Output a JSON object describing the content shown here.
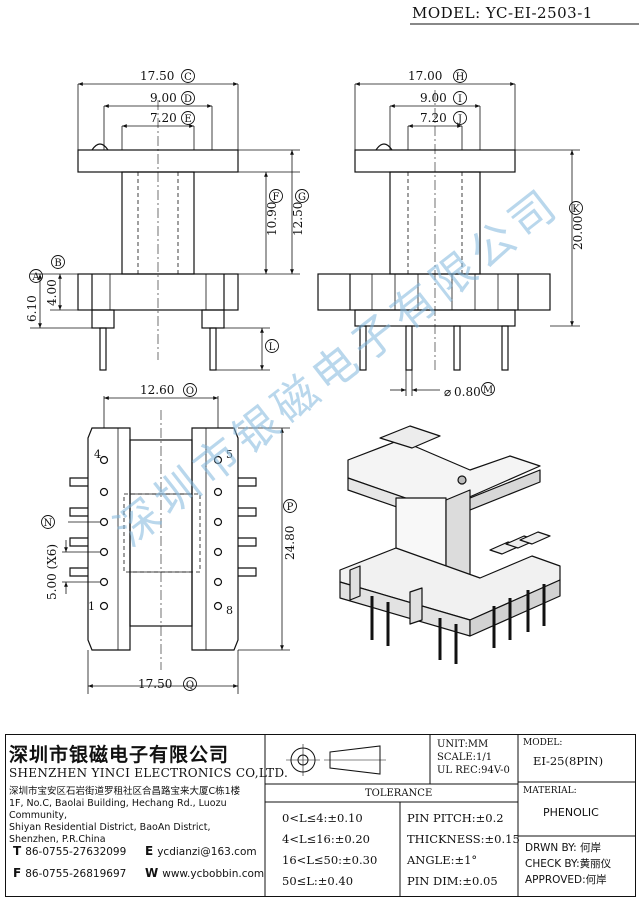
{
  "header": {
    "model_title": "MODEL: YC-EI-2503-1"
  },
  "dimensions": {
    "front_width": "17.50",
    "front_mid": "9.00",
    "front_inner": "7.20",
    "side_width": "17.00",
    "side_mid": "9.00",
    "side_inner": "7.20",
    "height_inner": "10.90",
    "height_outer": "12.50",
    "total_height": "20.00",
    "base_height": "6.10",
    "flange_height": "4.00",
    "pin_dia": "0.80",
    "bottom_width": "12.60",
    "bottom_length": "24.80",
    "pin_pitch": "5.00 (X6)",
    "bottom_outer": "17.50"
  },
  "markers": [
    "A",
    "B",
    "C",
    "D",
    "E",
    "F",
    "G",
    "H",
    "I",
    "J",
    "K",
    "L",
    "M",
    "N",
    "O",
    "P",
    "Q"
  ],
  "pin_labels": [
    "1",
    "4",
    "5",
    "8"
  ],
  "watermark": "深圳市银磁电子有限公司",
  "company": {
    "cn_name": "深圳市银磁电子有限公司",
    "en_name": "SHENZHEN YINCI ELECTRONICS CO,LTD.",
    "address_cn": "深圳市宝安区石岩街道罗租社区合昌路宝来大厦C栋1楼",
    "address_en_1": "1F, No.C, Baolai Building, Hechang Rd., Luozu Community,",
    "address_en_2": "Shiyan Residential District, BaoAn District,",
    "address_en_3": "Shenzhen, P.R.China",
    "tel_letter": "T",
    "tel": "86-0755-27632099",
    "fax_letter": "F",
    "fax": "86-0755-26819697",
    "email_letter": "E",
    "email": "ycdianzi@163.com",
    "web_letter": "W",
    "web": "www.ycbobbin.com"
  },
  "specs": {
    "unit": "UNIT:MM",
    "scale": "SCALE:1/1",
    "ul": "UL REC:94V-0",
    "tolerance_title": "TOLERANCE",
    "tol_1": "0<L≤4:±0.10",
    "tol_2": "4<L≤16:±0.20",
    "tol_3": "16<L≤50:±0.30",
    "tol_4": "50≤L:±0.40",
    "pin_pitch": "PIN PITCH:±0.2",
    "thickness": "THICKNESS:±0.15",
    "angle": "ANGLE:±1°",
    "pin_dim": "PIN DIM:±0.05"
  },
  "model_box": {
    "label": "MODEL:",
    "value": "EI-25(8PIN)"
  },
  "material_box": {
    "label": "MATERIAL:",
    "value": "PHENOLIC"
  },
  "approval": {
    "drawn": "DRWN BY: 何岸",
    "check": "CHECK BY:黄丽仪",
    "approved": "APPROVED:何岸"
  }
}
